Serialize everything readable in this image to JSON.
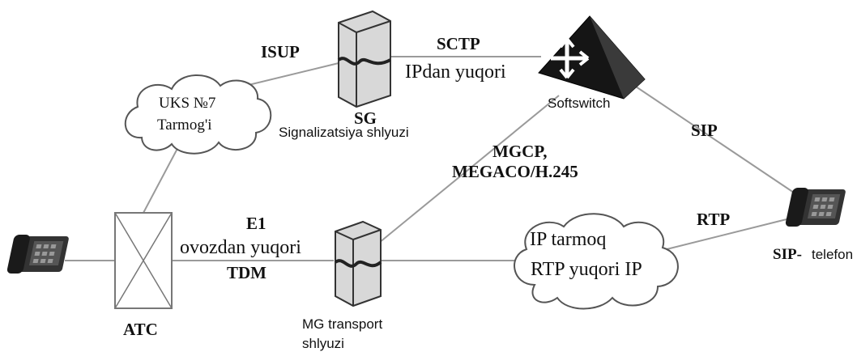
{
  "nodes": {
    "left_phone": {
      "icon": "desk-phone-icon"
    },
    "atc": {
      "label": "ATC",
      "icon": "switch-box-icon"
    },
    "uks_cloud": {
      "line1": "UKS  №7",
      "line2": "Tarmog'i",
      "icon": "cloud-icon"
    },
    "sg": {
      "label": "SG",
      "caption": "Signalizatsiya shlyuzi",
      "icon": "server-icon"
    },
    "softswitch": {
      "label": "Softswitch",
      "icon": "softswitch-arrows-icon"
    },
    "mg": {
      "line1": "MG transport",
      "line2": "shlyuzi",
      "icon": "server-icon"
    },
    "ip_cloud": {
      "line1": "IP tarmoq",
      "line2": "RTP yuqori IP",
      "icon": "cloud-icon"
    },
    "sip_phone": {
      "label": "SIP-",
      "label2": "telefon",
      "icon": "desk-phone-icon"
    }
  },
  "links": {
    "isup": "ISUP",
    "sctp": "SCTP",
    "ip_above": "IPdan yuqori",
    "sip": "SIP",
    "mgcp": "MGCP,",
    "megaco": "MEGACO/H.245",
    "e1": "E1",
    "voice_above": "ovozdan yuqori",
    "tdm": "TDM",
    "rtp": "RTP"
  },
  "colors": {
    "line": "#9a9a9a",
    "ink": "#111111",
    "server": "#cfcfcf"
  }
}
